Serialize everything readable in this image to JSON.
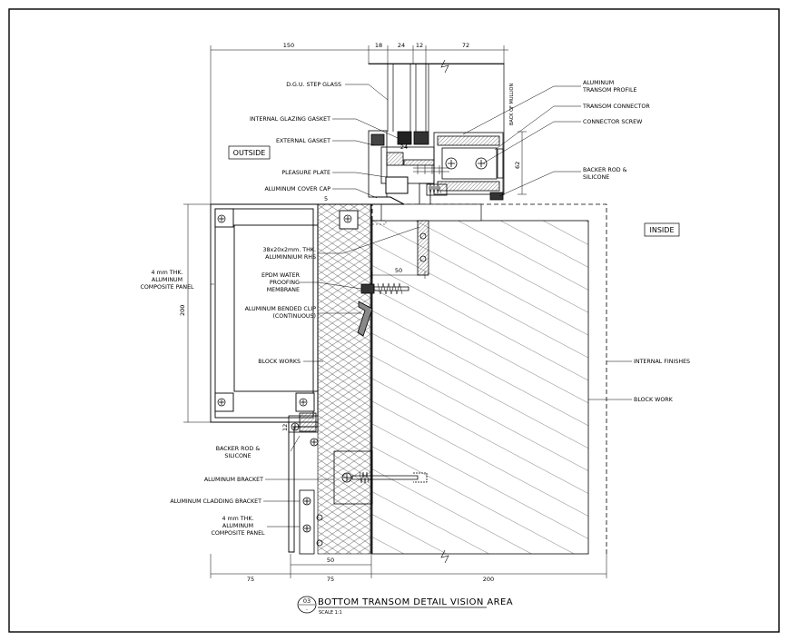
{
  "labels": {
    "dgu_step_glass": "D.G.U. STEP GLASS",
    "internal_glazing_gasket": "INTERNAL GLAZING GASKET",
    "external_gasket": "EXTERNAL GASKET",
    "pleasure_plate": "PLEASURE PLATE",
    "aluminum_cover_cap": "ALUMINUM COVER CAP",
    "rhs_line1": "38x20x2mm. THK.",
    "rhs_line2": "ALUMINNIUM RHS",
    "panel_top_line1": "4 mm THK.",
    "panel_top_line2": "ALUMINUM",
    "panel_top_line3": "COMPOSITE PANEL",
    "epdm_line1": "EPDM WATER",
    "epdm_line2": "PROOFING",
    "epdm_line3": "MEMBRANE",
    "clip_line1": "ALUMINUM BENDED CLIP",
    "clip_line2": "(CONTINUOUS)",
    "block_works": "BLOCK WORKS",
    "backer_left_line1": "BACKER ROD &",
    "backer_left_line2": "SILICONE",
    "aluminum_bracket": "ALUMINUM BRACKET",
    "cladding_bracket": "ALUMINUM CLADDING BRACKET",
    "panel_bot_line1": "4 mm THK.",
    "panel_bot_line2": "ALUMINUM",
    "panel_bot_line3": "COMPOSITE PANEL",
    "transom_profile_line1": "ALUMINUM",
    "transom_profile_line2": "TRANSOM PROFILE",
    "transom_connector": "TRANSOM CONNECTOR",
    "connector_screw": "CONNECTOR SCREW",
    "backer_right_line1": "BACKER ROD &",
    "backer_right_line2": "SILICONE",
    "internal_finishes": "INTERNAL FINISHES",
    "block_work": "BLOCK WORK",
    "back_of_mullion": "BACK OF MULLION",
    "outside": "OUTSIDE",
    "inside": "INSIDE"
  },
  "dimensions": {
    "top_150": "150",
    "top_18": "18",
    "top_24": "24",
    "top_12": "12",
    "top_72": "72",
    "left_200": "200",
    "side_62": "62",
    "gasket_24": "24",
    "cap_5": "5",
    "bracket_50": "50",
    "gap_12": "12",
    "bottom_50": "50",
    "bottom_75a": "75",
    "bottom_75b": "75",
    "bottom_200": "200"
  },
  "title": {
    "number": "03",
    "sub": "-",
    "text": "BOTTOM TRANSOM DETAIL VISION AREA",
    "scale": "SCALE 1:1"
  }
}
